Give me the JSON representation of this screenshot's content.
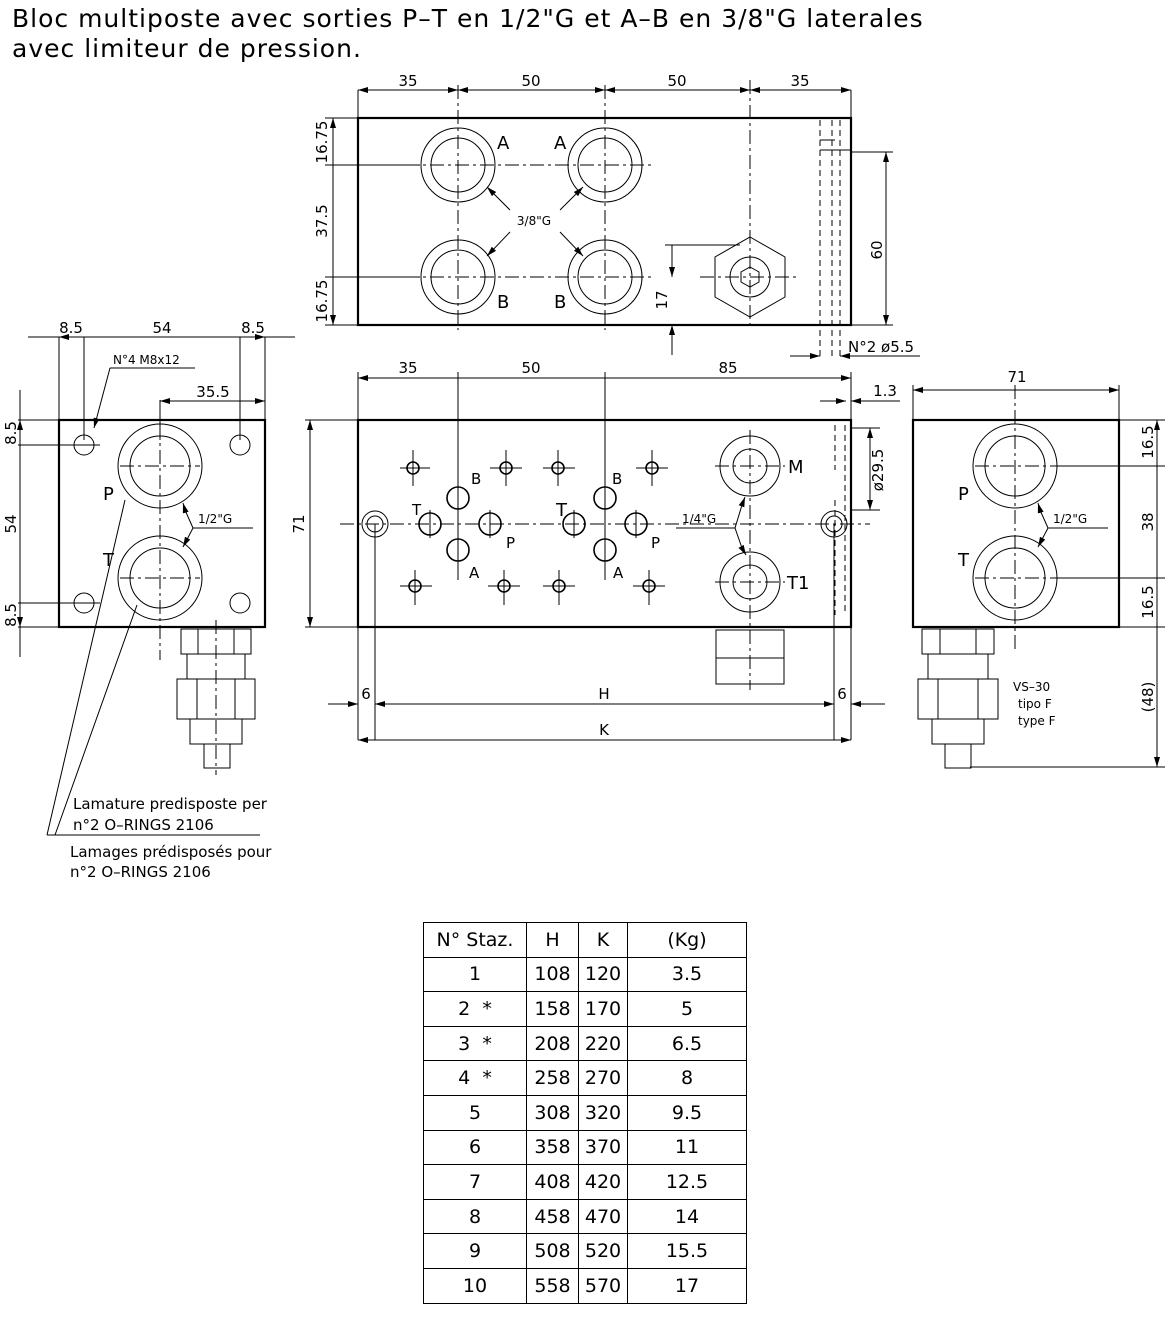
{
  "title": {
    "line1": "Bloc multiposte avec sorties P–T en 1/2\"G et A–B en 3/8\"G laterales",
    "line2": "avec limiteur de pression."
  },
  "top_view": {
    "dims_h": [
      "35",
      "50",
      "50",
      "35"
    ],
    "dims_v": [
      "16.75",
      "37.5",
      "16.75"
    ],
    "dim_60": "60",
    "dim_17": "17",
    "holes": "N°2 ø5.5",
    "thread": "3/8\"G",
    "ports": [
      "A",
      "A",
      "B",
      "B"
    ]
  },
  "left_view": {
    "dims_h": [
      "8.5",
      "54",
      "8.5"
    ],
    "dim_35_5": "35.5",
    "screws": "N°4 M8x12",
    "dims_v": [
      "8.5",
      "54",
      "8.5"
    ],
    "thread": "1/2\"G",
    "ports": [
      "P",
      "T"
    ]
  },
  "front_view": {
    "dims_h": [
      "35",
      "50",
      "85"
    ],
    "dim_1_3": "1.3",
    "dim_71": "71",
    "dim_29_5": "ø29.5",
    "thread": "1/4\"G",
    "ports": [
      "B",
      "T",
      "P",
      "A",
      "B",
      "T",
      "P",
      "A",
      "M",
      "T1"
    ],
    "dim_6": "6",
    "dim_H": "H",
    "dim_K": "K"
  },
  "right_view": {
    "dim_71": "71",
    "dims_v": [
      "16.5",
      "38",
      "16.5"
    ],
    "dim_48": "(48)",
    "thread": "1/2\"G",
    "ports": [
      "P",
      "T"
    ],
    "valve": [
      "VS–30",
      "tipo F",
      "type F"
    ]
  },
  "notes": {
    "it_1": "Lamature predisposte per",
    "it_2": "n°2 O–RINGS 2106",
    "fr_1": "Lamages prédisposés pour",
    "fr_2": "n°2 O–RINGS 2106"
  },
  "table": {
    "headers": [
      "N° Staz.",
      "H",
      "K",
      "(Kg)"
    ],
    "rows": [
      [
        "1",
        "108",
        "120",
        "3.5"
      ],
      [
        "2  *",
        "158",
        "170",
        "5"
      ],
      [
        "3  *",
        "208",
        "220",
        "6.5"
      ],
      [
        "4  *",
        "258",
        "270",
        "8"
      ],
      [
        "5",
        "308",
        "320",
        "9.5"
      ],
      [
        "6",
        "358",
        "370",
        "11"
      ],
      [
        "7",
        "408",
        "420",
        "12.5"
      ],
      [
        "8",
        "458",
        "470",
        "14"
      ],
      [
        "9",
        "508",
        "520",
        "15.5"
      ],
      [
        "10",
        "558",
        "570",
        "17"
      ]
    ]
  }
}
